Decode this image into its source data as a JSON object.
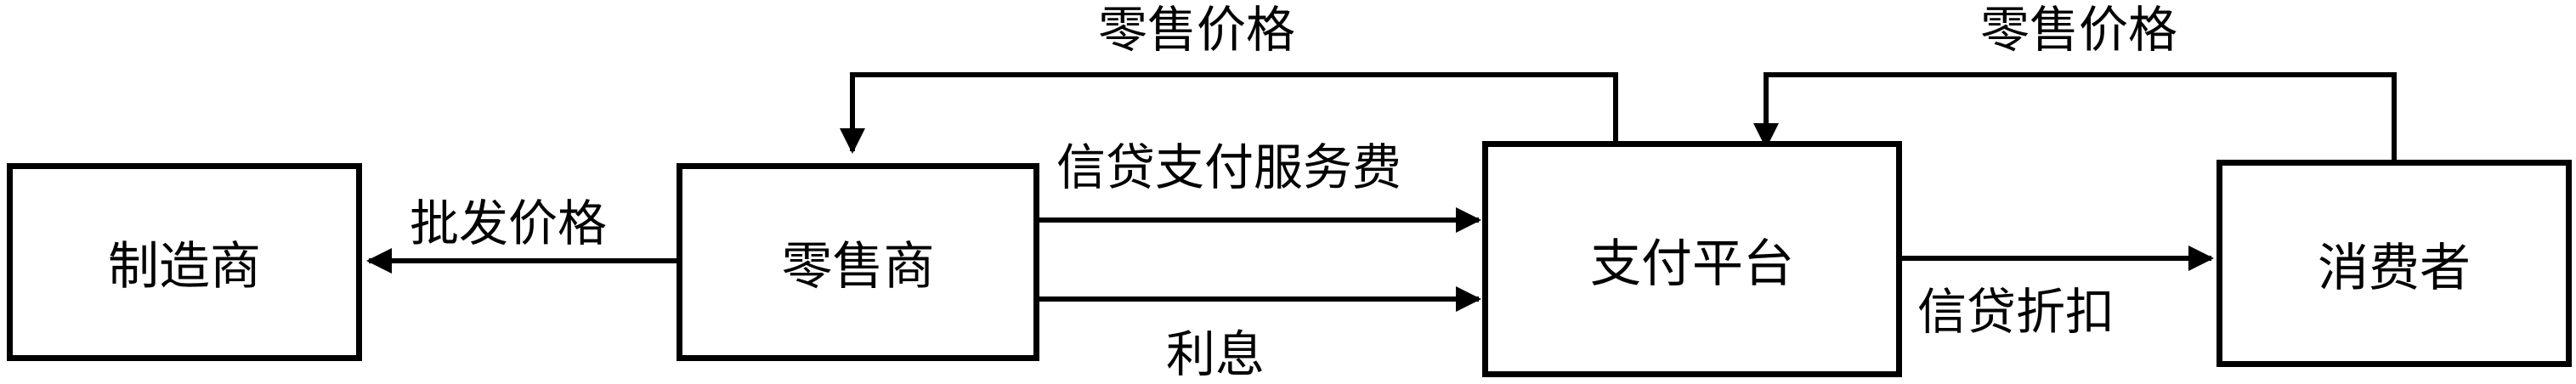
{
  "nodes": {
    "manufacturer": "制造商",
    "retailer": "零售商",
    "platform": "支付平台",
    "consumer": "消费者"
  },
  "edges": {
    "retail_price_platform_to_retailer": "零售价格",
    "retail_price_consumer_to_platform": "零售价格",
    "credit_payment_fee": "信贷支付服务费",
    "interest": "利息",
    "wholesale_price": "批发价格",
    "credit_discount": "信贷折扣"
  }
}
